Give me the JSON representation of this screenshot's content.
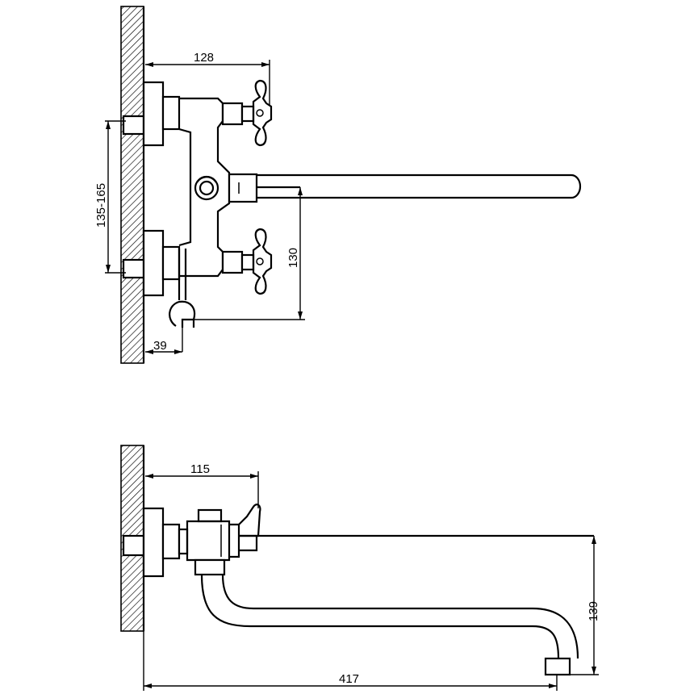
{
  "top_view": {
    "dim_width": "128",
    "dim_center_range": "135-165",
    "dim_height": "130",
    "dim_offset": "39"
  },
  "side_view": {
    "dim_width": "115",
    "dim_height": "139",
    "dim_length": "417"
  }
}
